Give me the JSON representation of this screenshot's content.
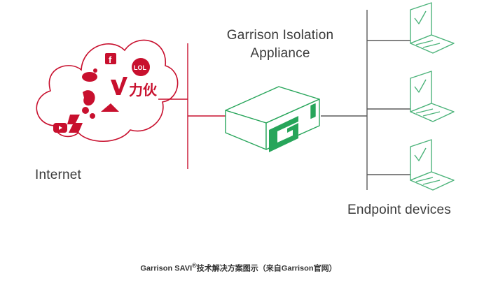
{
  "colors": {
    "internet_red": "#c8102e",
    "appliance_green": "#27a55a",
    "device_green": "#4cb37a",
    "line_gray": "#5a5a5a"
  },
  "labels": {
    "internet": "Internet",
    "appliance_line1": "Garrison Isolation",
    "appliance_line2": "Appliance",
    "endpoints": "Endpoint devices"
  },
  "caption": {
    "brand": "Garrison SAVI",
    "mark": "®",
    "rest": "技术解决方案图示（来自Garrison官网）"
  },
  "cloud_icons": [
    "youtube-logo",
    "facebook-logo",
    "weibo-logo",
    "vimeo-logo",
    "lol-logo",
    "renren-logo",
    "amazon-logo",
    "houzz-logo",
    "yahoo-logo",
    "baidu-logo"
  ],
  "appliance_logo": "G",
  "device_count": 3
}
